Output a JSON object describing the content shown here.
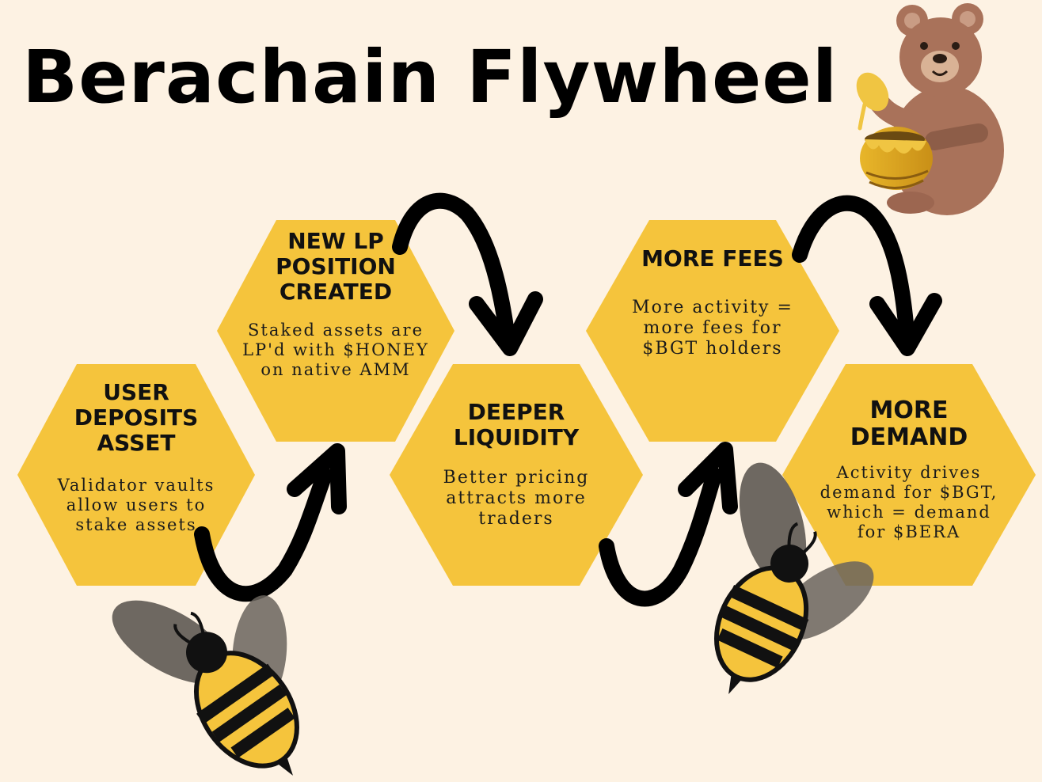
{
  "title": "Berachain Flywheel",
  "colors": {
    "background": "#fdf2e3",
    "hexagon": "#f5c43c",
    "arrow": "#000000",
    "bee_yellow": "#f5c43c",
    "bee_wing": "#55504a",
    "bear": "#a9725a"
  },
  "steps": [
    {
      "heading": [
        "USER",
        "DEPOSITS",
        "ASSET"
      ],
      "body": [
        "Validator vaults",
        "allow users to",
        "stake assets"
      ]
    },
    {
      "heading": [
        "NEW LP",
        "POSITION",
        "CREATED"
      ],
      "body": [
        "Staked assets are",
        "LP'd with $HONEY",
        "on native AMM"
      ]
    },
    {
      "heading": [
        "DEEPER",
        "LIQUIDITY"
      ],
      "body": [
        "Better pricing",
        "attracts more",
        "traders"
      ]
    },
    {
      "heading": [
        "MORE FEES"
      ],
      "body": [
        "More activity =",
        "more fees for",
        "$BGT holders"
      ]
    },
    {
      "heading": [
        "MORE",
        "DEMAND"
      ],
      "body": [
        "Activity drives",
        "demand for $BGT,",
        "which = demand",
        "for $BERA"
      ]
    }
  ],
  "icons": [
    "bear-icon",
    "honey-pot-icon",
    "bee-icon",
    "bee-icon",
    "arrow-icon"
  ]
}
